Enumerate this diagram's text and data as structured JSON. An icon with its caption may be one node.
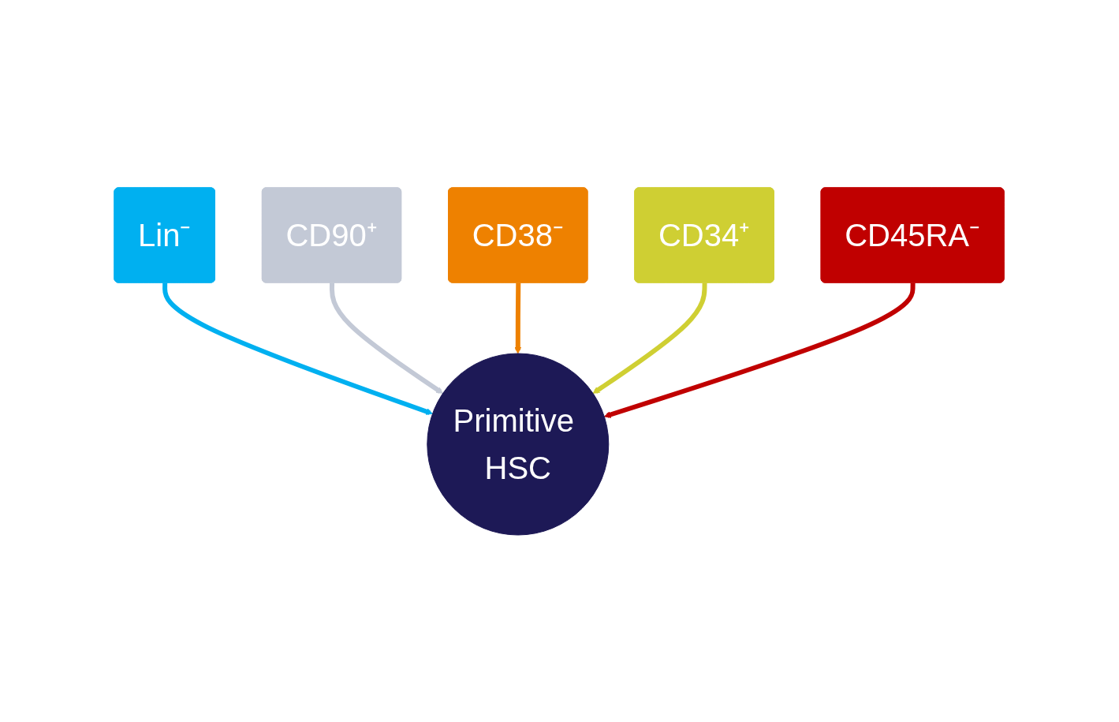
{
  "diagram": {
    "nodes": [
      {
        "text": [
          "Lin⁻"
        ]
      },
      {
        "text": [
          "CD90⁺"
        ]
      },
      {
        "text": [
          "CD38⁻"
        ]
      },
      {
        "text": [
          "Primitive HSC"
        ]
      },
      {
        "text": [
          "CD34⁺"
        ]
      },
      {
        "text": [
          "CD45RA⁻"
        ]
      }
    ],
    "edges": [
      {
        "from": 0,
        "to": 3,
        "arrow": "to",
        "color": "#00b0f0"
      },
      {
        "from": 1,
        "to": 3,
        "arrow": "to",
        "color": "#c3c9d6"
      },
      {
        "from": 2,
        "to": 3,
        "arrow": "to",
        "color": "#ee8100"
      },
      {
        "from": 4,
        "to": 3,
        "arrow": "to",
        "color": "#cfcf33"
      },
      {
        "from": 5,
        "to": 3,
        "arrow": "to",
        "color": "#c00000"
      }
    ]
  }
}
